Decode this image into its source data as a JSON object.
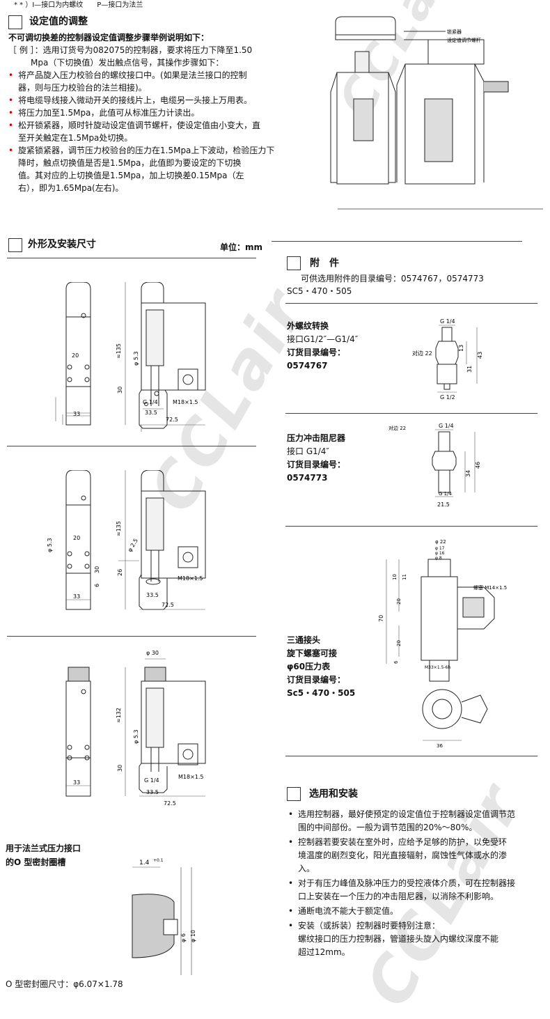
{
  "top_note": "* * ）I—接口为内螺纹　　P—接口为法兰",
  "section1": {
    "title": "设定值的调整",
    "intro": "不可调切换差的控制器设定值调整步骤举例说明如下：",
    "example_l1": "［ 例 ］：选用订货号为082075的控制器，要求将压力下降至1.50",
    "example_l2": "Mpa（下切换值）发出触点信号，其操作步骤如下：",
    "steps": [
      [
        "将产品旋入压力校验台的螺纹接口中。(如果是法兰接口的控制",
        "器，则与压力校验台的法兰相接)。"
      ],
      [
        "将电缆导线接入微动开关的接线片上，电缆另一头接上万用表。"
      ],
      [
        "将压力加至1.5Mpa，此值可从标准压力计读出。"
      ],
      [
        "松开锁紧器，顺时针旋动设定值调节螺杆，使设定值由小变大，直",
        "至开关触定在1.5Mpa处切换。"
      ],
      [
        "旋紧锁紧器，调节压力校验台的压力在1.5Mpa上下波动，检验压力下",
        "降时，触点切换值是否是1.5Mpa，此值即为要设定的下切换",
        "值。其对应的上切换值是1.5Mpa，加上切换差0.15Mpa（左",
        "右），即为1.65Mpa(左右)。"
      ]
    ],
    "diagram_labels": {
      "lock": "锁紧器",
      "screw": "设定值调节螺杆"
    }
  },
  "section2": {
    "title": "外形及安装尺寸",
    "unit": "单位：mm",
    "fig1": {
      "d20": "20",
      "d53": "φ 5.3",
      "d135": "≈135",
      "d30": "30",
      "g14": "G 1/4",
      "d335": "33.5",
      "m18": "M18×1.5",
      "d33": "33",
      "d725": "72.5"
    },
    "fig2": {
      "d53": "φ 5.3",
      "d20": "20",
      "d25": "φ 2.5",
      "d135": "≈135",
      "d26": "26",
      "d30": "30",
      "d6": "6",
      "m18": "M18×1.5",
      "d335": "33.5",
      "d33": "33",
      "d725": "72.5"
    },
    "fig3": {
      "d30": "φ 30",
      "d132": "≈132",
      "d53": "φ 5.3",
      "d30b": "30",
      "g14": "G 1/4",
      "m18": "M18×1.5",
      "d335": "33.5",
      "d33": "33",
      "d725": "72.5"
    }
  },
  "flange": {
    "title_l1": "用于法兰式压力接口",
    "title_l2": "的O 型密封圈槽",
    "d14": "1.4",
    "d14sup": "+0.1",
    "d6": "φ 6",
    "d10": "φ 10",
    "oring": "O 型密封圈尺寸：φ6.07×1.78"
  },
  "accessories": {
    "title": "附　件",
    "line1": "可供选用附件的目录编号：0574767，0574773",
    "line2": "SC5・470・505",
    "items": [
      {
        "lines": [
          "外螺纹转换",
          "接口G1/2″—G1/4″",
          "订货目录编号：",
          "0574767"
        ],
        "dims": {
          "g14": "G 1/4",
          "hex": "对边 22",
          "d13": "13",
          "d31": "31",
          "d43": "43",
          "g12": "G 1/2"
        }
      },
      {
        "lines": [
          "压力冲击阻尼器",
          "接口 G1/4″",
          "订货目录编号：",
          "0574773"
        ],
        "dims": {
          "hex": "对边 22",
          "g14": "G 1/4",
          "d34": "34",
          "d46": "46",
          "g14b": "G 1/4",
          "d215": "21.5"
        }
      },
      {
        "lines": [
          "三通接头",
          "旋下螺塞可接",
          "φ60压力表",
          "订货目录编号：",
          "Sc5・470・505"
        ],
        "dims": {
          "d22": "φ 22",
          "d17": "φ 17",
          "d16": "φ 16",
          "d8": "φ 8",
          "d10": "10",
          "d11": "11",
          "d20a": "20",
          "d70": "70",
          "d20b": "20",
          "d6": "6",
          "plug": "螺塞 M14×1.5",
          "m33": "M33×1.5-6h",
          "d36": "36"
        }
      }
    ]
  },
  "selection": {
    "title": "选用和安装",
    "items": [
      [
        "选用控制器，最好使预定的设定值位于控制器设定值调节范",
        "围的中间部份。一般为调节范围的20%～80%。"
      ],
      [
        "控制器若要安装在室外时，应给予足够的防护，以免受环",
        "境温度的剧烈变化，阳光直接辐射，腐蚀性气体或水的渗",
        "入。"
      ],
      [
        "对于有压力峰值及脉冲压力的受控液体介质，可在控制器接",
        "口上安装在一个压力的冲击阻尼器，以消除不利影响。"
      ],
      [
        "通断电流不能大于额定值。"
      ],
      [
        "安装（或拆装）控制器时要特别注意：",
        "螺纹接口的压力控制器，管道接头旋入内螺纹深度不能",
        "超过12mm。"
      ]
    ]
  },
  "watermark": "CCLair"
}
